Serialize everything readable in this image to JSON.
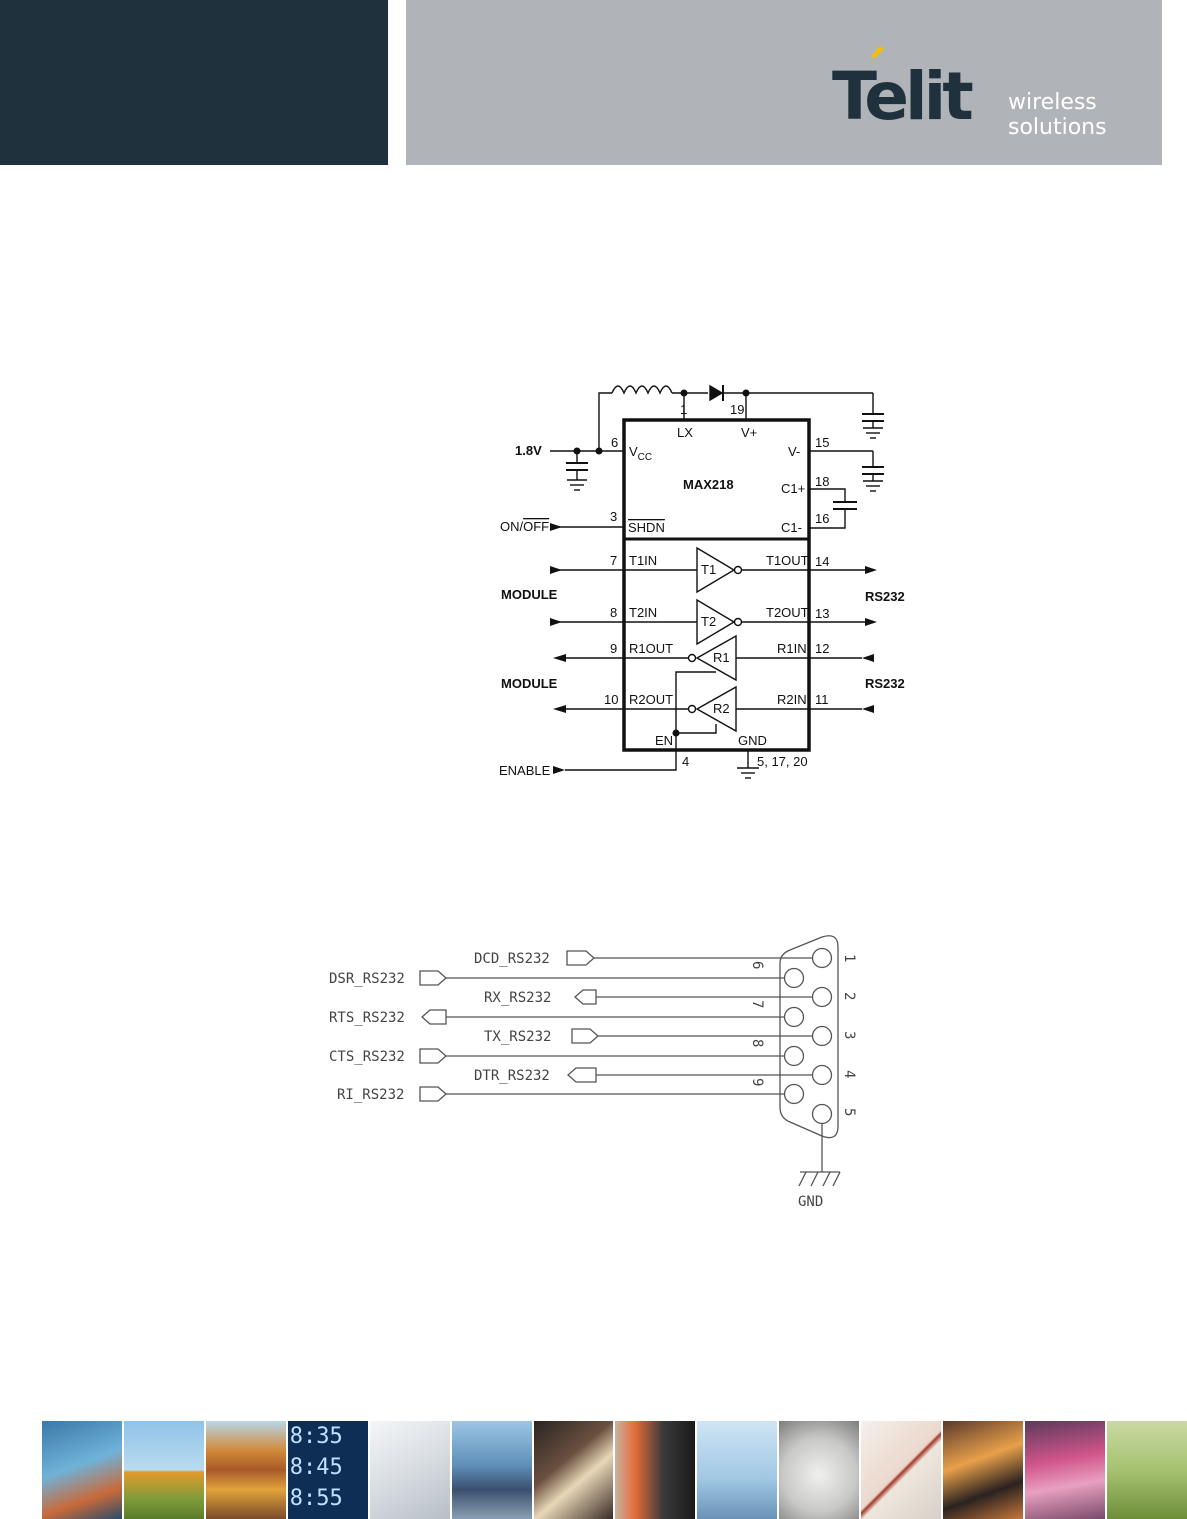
{
  "header": {
    "logo_word": "Telit",
    "tagline_line1": "wireless",
    "tagline_line2": "solutions",
    "colors": {
      "dark": "#1f313d",
      "gray": "#b0b4b9",
      "accent": "#f2c200"
    }
  },
  "max218": {
    "chip_name": "MAX218",
    "supply": "1.8V",
    "pins": {
      "lx_num": "1",
      "lx": "LX",
      "vplus_num": "19",
      "vplus": "V+",
      "vcc_num": "6",
      "vcc": "V",
      "vcc_sub": "CC",
      "vminus_num": "15",
      "vminus": "V-",
      "c1p_num": "18",
      "c1p": "C1+",
      "c1m_num": "16",
      "c1m": "C1-",
      "shdn_num": "3",
      "shdn": "SHDN",
      "t1in_num": "7",
      "t1in": "T1IN",
      "t2in_num": "8",
      "t2in": "T2IN",
      "r1out_num": "9",
      "r1out": "R1OUT",
      "r2out_num": "10",
      "r2out": "R2OUT",
      "t1out_num": "14",
      "t1out": "T1OUT",
      "t2out_num": "13",
      "t2out": "T2OUT",
      "r1in_num": "12",
      "r1in": "R1IN",
      "r2in_num": "11",
      "r2in": "R2IN",
      "en": "EN",
      "en_num": "4",
      "gnd": "GND",
      "gnd_nums": "5, 17, 20"
    },
    "buffers": {
      "t1": "T1",
      "t2": "T2",
      "r1": "R1",
      "r2": "R2"
    },
    "left_labels": {
      "onoff_a": "ON/",
      "onoff_b": "OFF",
      "module1": "MODULE",
      "module2": "MODULE",
      "enable": "ENABLE"
    },
    "right_labels": {
      "rs232_1": "RS232",
      "rs232_2": "RS232"
    }
  },
  "db9": {
    "signals_top": [
      {
        "name": "DCD_RS232",
        "pin": "1"
      },
      {
        "name": "RX_RS232",
        "pin": "2"
      },
      {
        "name": "TX_RS232",
        "pin": "3"
      },
      {
        "name": "DTR_RS232",
        "pin": "4"
      }
    ],
    "signals_bottom": [
      {
        "name": "DSR_RS232",
        "pin": "6"
      },
      {
        "name": "RTS_RS232",
        "pin": "7"
      },
      {
        "name": "CTS_RS232",
        "pin": "8"
      },
      {
        "name": "RI_RS232",
        "pin": "9"
      }
    ],
    "pin5": "5",
    "gnd": "GND"
  },
  "footer": {
    "tiles": [
      "traffic",
      "phone-booth",
      "shipping-containers",
      "departure-board",
      "laptop-keyboard",
      "cyclist",
      "payment-card",
      "vending-machine",
      "wind-turbines",
      "utility-meter",
      "window-sensor",
      "station-crowd",
      "printing-press",
      "security-camera"
    ],
    "time_text": [
      "8:35",
      "8:45",
      "8:55"
    ]
  }
}
